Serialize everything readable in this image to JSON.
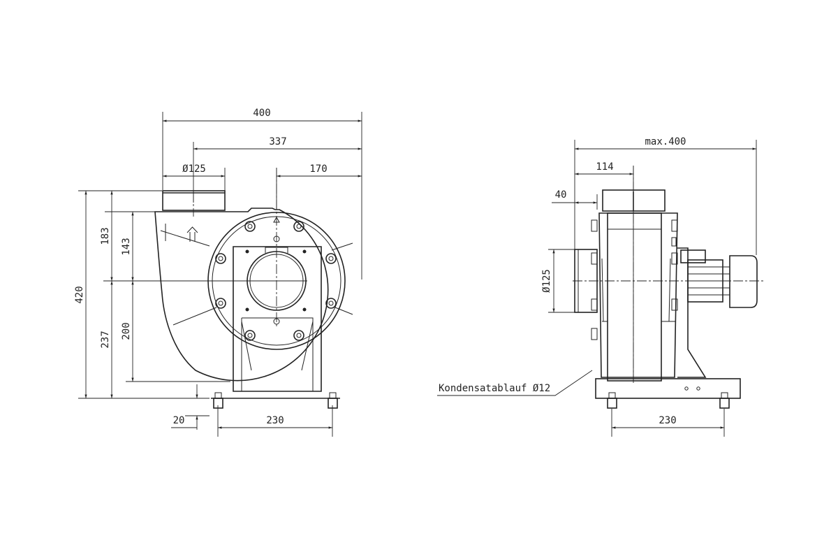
{
  "front_view": {
    "dims": {
      "total_width": "400",
      "outlet_to_right": "337",
      "outlet_diameter": "Ø125",
      "axis_to_right": "170",
      "total_height": "420",
      "outlet_above_axis": "183",
      "housing_above_axis": "143",
      "housing_below_axis": "200",
      "axis_height": "237",
      "foot_height": "20",
      "foot_spacing": "230"
    }
  },
  "side_view": {
    "dims": {
      "max_width": "max.400",
      "inlet_to_axis": "114",
      "inlet_length": "40",
      "inlet_diameter": "Ø125",
      "foot_spacing": "230"
    },
    "callout": "Kondensatablauf Ø12"
  }
}
